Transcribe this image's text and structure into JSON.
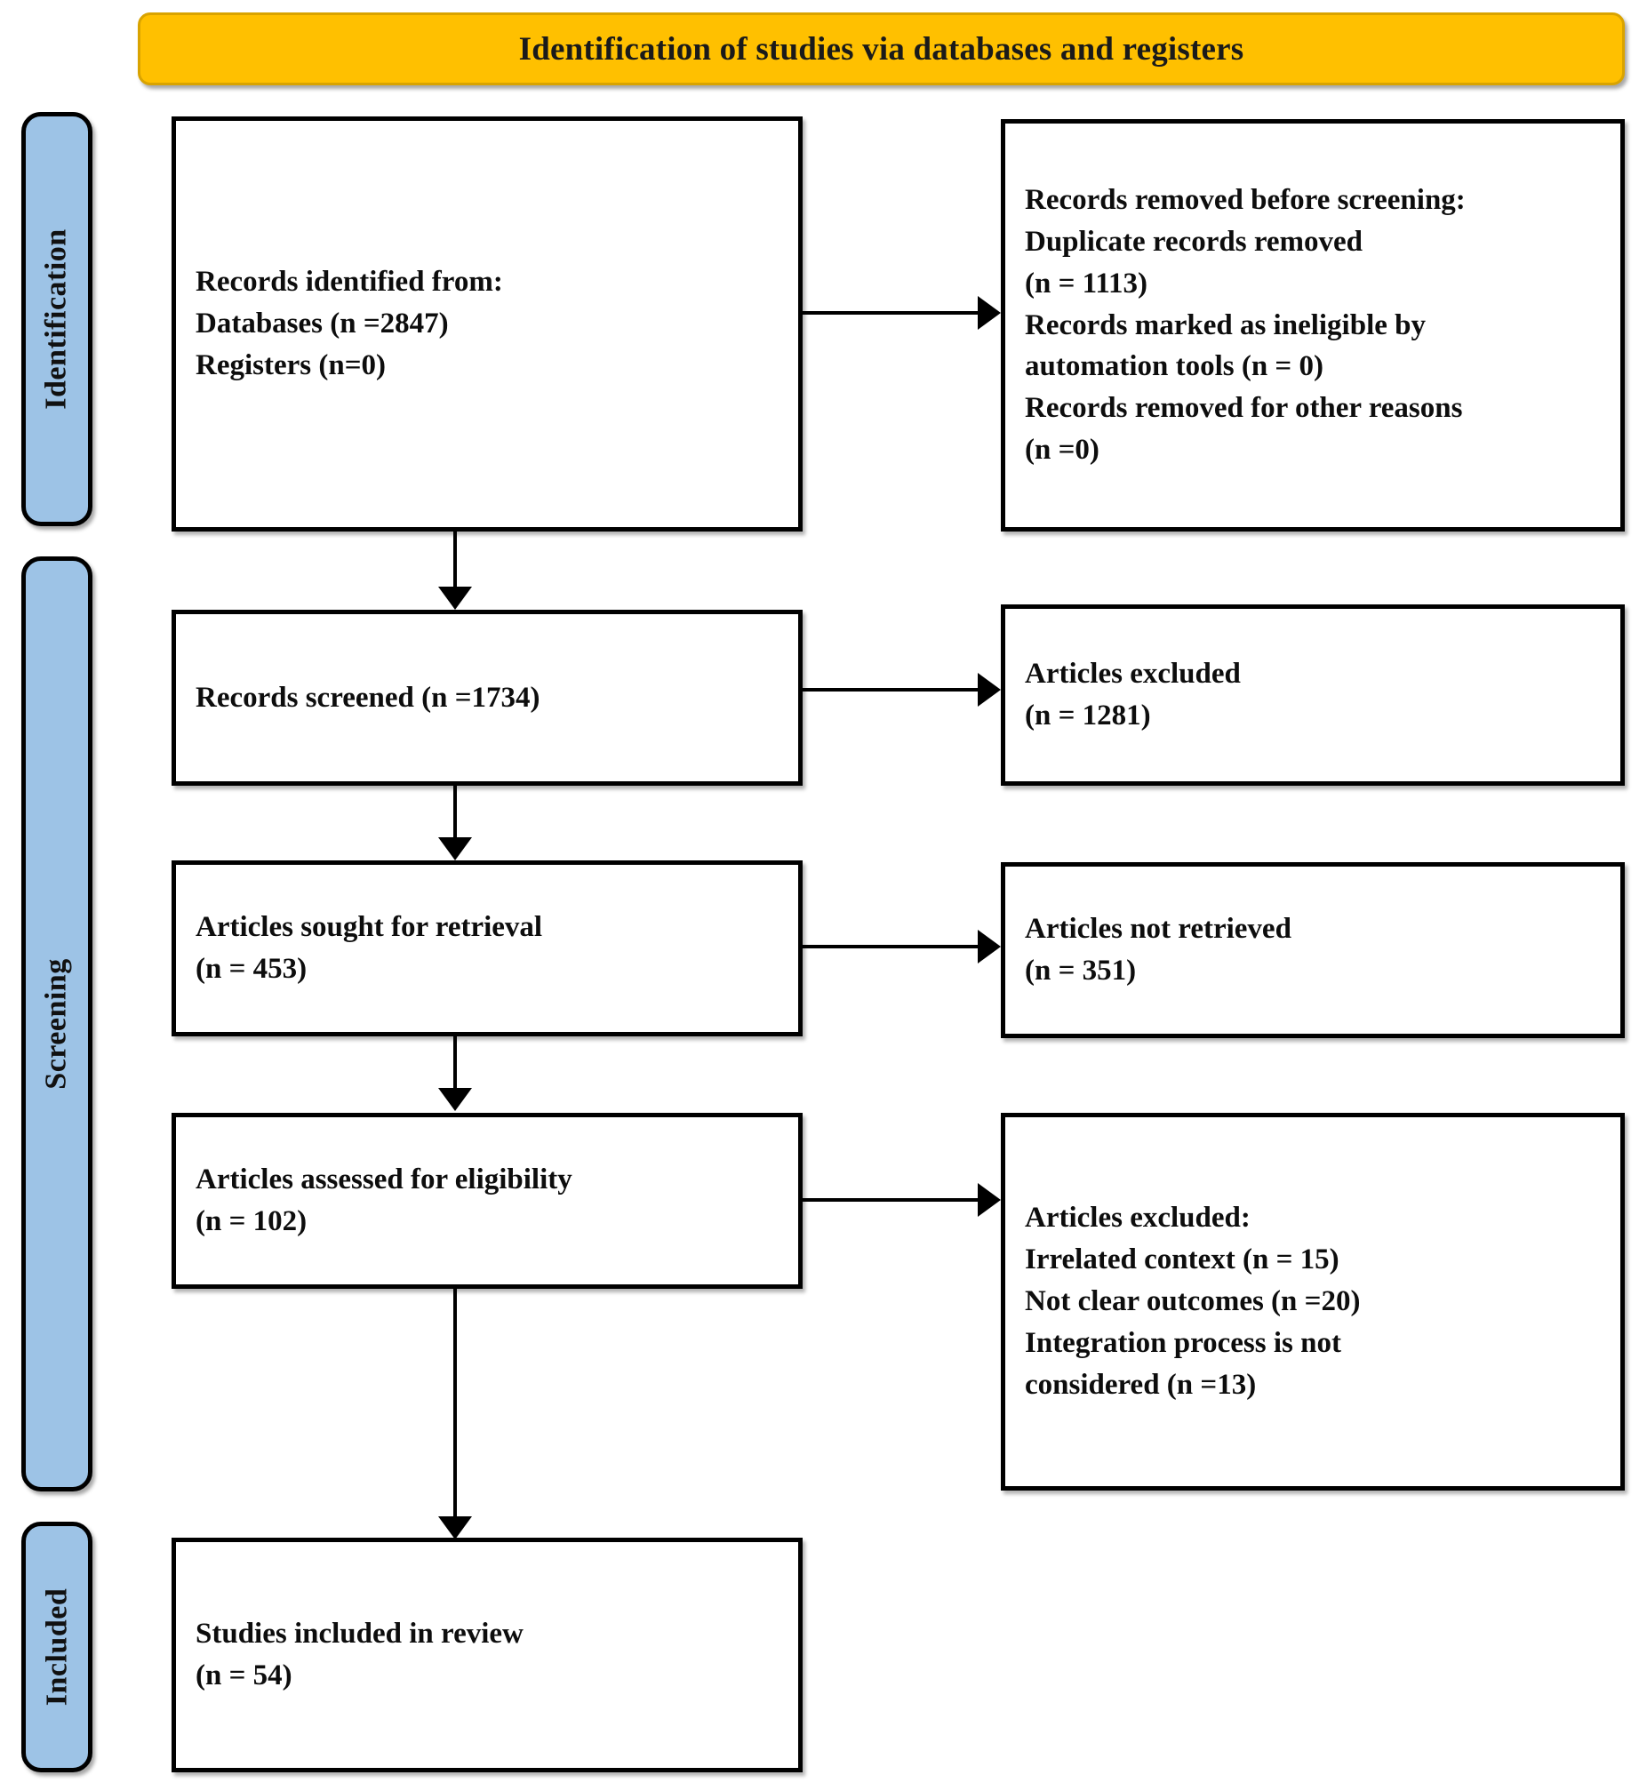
{
  "banner": {
    "title": "Identification of studies via databases and registers"
  },
  "stages": [
    {
      "id": "identification",
      "label": "Identification"
    },
    {
      "id": "screening",
      "label": "Screening"
    },
    {
      "id": "included",
      "label": "Included"
    }
  ],
  "boxes": {
    "records_identified": {
      "lines": [
        "Records identified from:",
        "Databases (n =2847)",
        "Registers (n=0)"
      ]
    },
    "records_removed": {
      "lines": [
        "Records removed before screening:",
        "Duplicate records removed",
        "(n = 1113)",
        "Records marked as ineligible by",
        "automation tools (n = 0)",
        "Records removed for other reasons",
        "(n =0)"
      ]
    },
    "records_screened": {
      "lines": [
        "Records screened (n =1734)"
      ]
    },
    "articles_excluded_screening": {
      "lines": [
        "Articles excluded",
        "(n = 1281)"
      ]
    },
    "articles_sought": {
      "lines": [
        "Articles sought for retrieval",
        "(n = 453)"
      ]
    },
    "articles_not_retrieved": {
      "lines": [
        "Articles not retrieved",
        "(n = 351)"
      ]
    },
    "articles_assessed": {
      "lines": [
        "Articles assessed for eligibility",
        "(n = 102)"
      ]
    },
    "articles_excluded_eligibility": {
      "lines": [
        "Articles excluded:",
        "Irrelated context (n = 15)",
        "Not clear outcomes (n =20)",
        "Integration process is not",
        "considered (n =13)"
      ]
    },
    "studies_included": {
      "lines": [
        "Studies included in review",
        "(n = 54)"
      ]
    }
  },
  "colors": {
    "banner_fill": "#FFC000",
    "banner_border": "#D9A300",
    "stage_fill": "#9DC3E6",
    "box_border": "#000000",
    "text": "#0d0d0d"
  },
  "chart_data": {
    "type": "diagram",
    "title": "Identification of studies via databases and registers",
    "nodes": [
      {
        "id": "records_identified",
        "stage": "Identification",
        "column": "left",
        "label": "Records identified from: Databases (n =2847); Registers (n=0)",
        "databases_n": 2847,
        "registers_n": 0
      },
      {
        "id": "records_removed",
        "stage": "Identification",
        "column": "right",
        "label": "Records removed before screening",
        "duplicate_records_removed_n": 1113,
        "marked_ineligible_by_automation_n": 0,
        "removed_other_reasons_n": 0
      },
      {
        "id": "records_screened",
        "stage": "Screening",
        "column": "left",
        "label": "Records screened",
        "n": 1734
      },
      {
        "id": "articles_excluded_screening",
        "stage": "Screening",
        "column": "right",
        "label": "Articles excluded",
        "n": 1281
      },
      {
        "id": "articles_sought",
        "stage": "Screening",
        "column": "left",
        "label": "Articles sought for retrieval",
        "n": 453
      },
      {
        "id": "articles_not_retrieved",
        "stage": "Screening",
        "column": "right",
        "label": "Articles not retrieved",
        "n": 351
      },
      {
        "id": "articles_assessed",
        "stage": "Screening",
        "column": "left",
        "label": "Articles assessed for eligibility",
        "n": 102
      },
      {
        "id": "articles_excluded_eligibility",
        "stage": "Screening",
        "column": "right",
        "label": "Articles excluded",
        "irrelated_context_n": 15,
        "not_clear_outcomes_n": 20,
        "integration_process_not_considered_n": 13
      },
      {
        "id": "studies_included",
        "stage": "Included",
        "column": "left",
        "label": "Studies included in review",
        "n": 54
      }
    ],
    "edges": [
      {
        "from": "records_identified",
        "to": "records_removed",
        "direction": "right"
      },
      {
        "from": "records_identified",
        "to": "records_screened",
        "direction": "down"
      },
      {
        "from": "records_screened",
        "to": "articles_excluded_screening",
        "direction": "right"
      },
      {
        "from": "records_screened",
        "to": "articles_sought",
        "direction": "down"
      },
      {
        "from": "articles_sought",
        "to": "articles_not_retrieved",
        "direction": "right"
      },
      {
        "from": "articles_sought",
        "to": "articles_assessed",
        "direction": "down"
      },
      {
        "from": "articles_assessed",
        "to": "articles_excluded_eligibility",
        "direction": "right"
      },
      {
        "from": "articles_assessed",
        "to": "studies_included",
        "direction": "down"
      }
    ]
  }
}
